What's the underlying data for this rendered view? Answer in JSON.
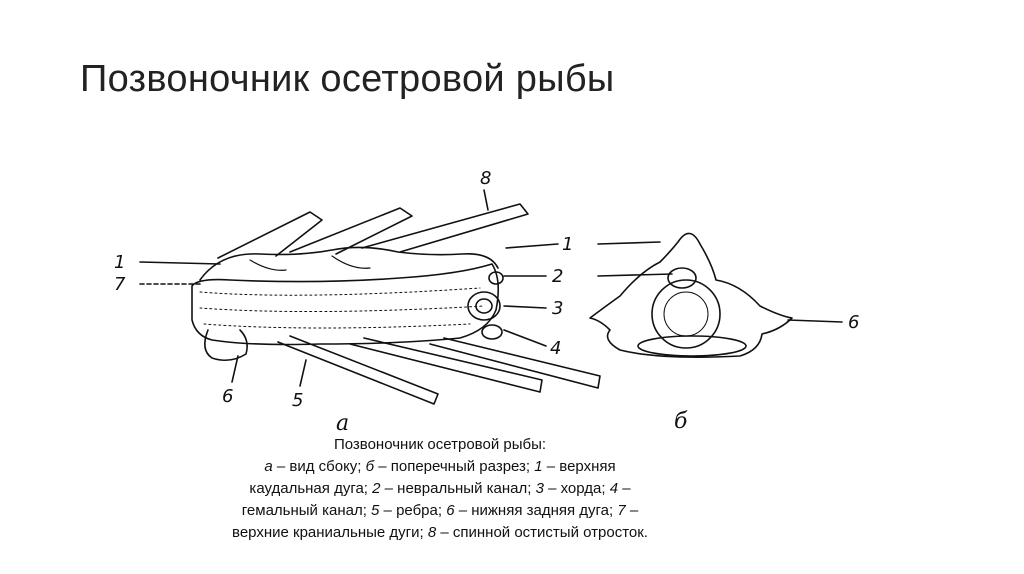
{
  "slide": {
    "title": "Позвоночник осетровой рыбы"
  },
  "figure": {
    "labels": {
      "l8": "8",
      "l1a": "1",
      "l7": "7",
      "l1b": "1",
      "l2": "2",
      "l3": "3",
      "l6b": "6",
      "l4": "4",
      "l6a": "6",
      "l5": "5"
    },
    "sub_a": "а",
    "sub_b": "б"
  },
  "caption": {
    "line1": "Позвоночник осетровой рыбы:",
    "line2a": "а",
    "line2b": " – вид сбоку; ",
    "line2c": "б",
    "line2d": " – поперечный разрез; ",
    "line2e": "1",
    "line2f": " – верхняя",
    "line3a": "каудальная дуга; ",
    "line3b": "2",
    "line3c": " – невральный канал; ",
    "line3d": "3",
    "line3e": " – хорда; ",
    "line3f": "4",
    "line3g": " –",
    "line4a": "гемальный канал; ",
    "line4b": "5",
    "line4c": " – ребра; ",
    "line4d": "6",
    "line4e": " – нижняя задняя дуга; ",
    "line4f": "7",
    "line4g": " –",
    "line5a": "верхние краниальные дуги; ",
    "line5b": "8",
    "line5c": " – спинной остистый отросток."
  }
}
